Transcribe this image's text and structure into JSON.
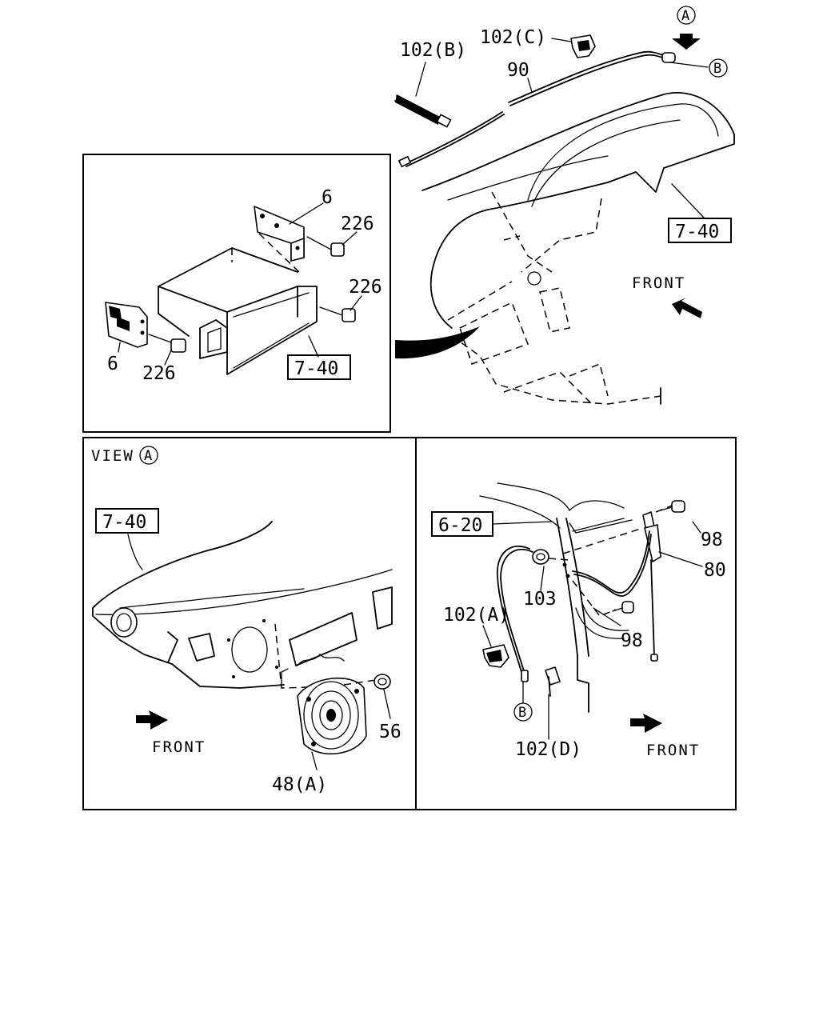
{
  "refs": {
    "ref_102b": "102(B)",
    "ref_102c": "102(C)",
    "ref_90": "90",
    "ref_740_top": "7-40",
    "ref_740_inset": "7-40",
    "ref_740_view": "7-40",
    "ref_6_top": "6",
    "ref_6_left": "6",
    "ref_226_a": "226",
    "ref_226_b": "226",
    "ref_226_c": "226",
    "ref_620": "6-20",
    "ref_98_a": "98",
    "ref_98_b": "98",
    "ref_80": "80",
    "ref_103": "103",
    "ref_102a": "102(A)",
    "ref_102d": "102(D)",
    "ref_56": "56",
    "ref_48a": "48(A)"
  },
  "markers": {
    "a_top": "A",
    "a_view": "A",
    "b_top": "B",
    "b_bottom": "B"
  },
  "captions": {
    "view": "VIEW",
    "front_top": "FRONT",
    "front_view": "FRONT",
    "front_antenna": "FRONT"
  }
}
